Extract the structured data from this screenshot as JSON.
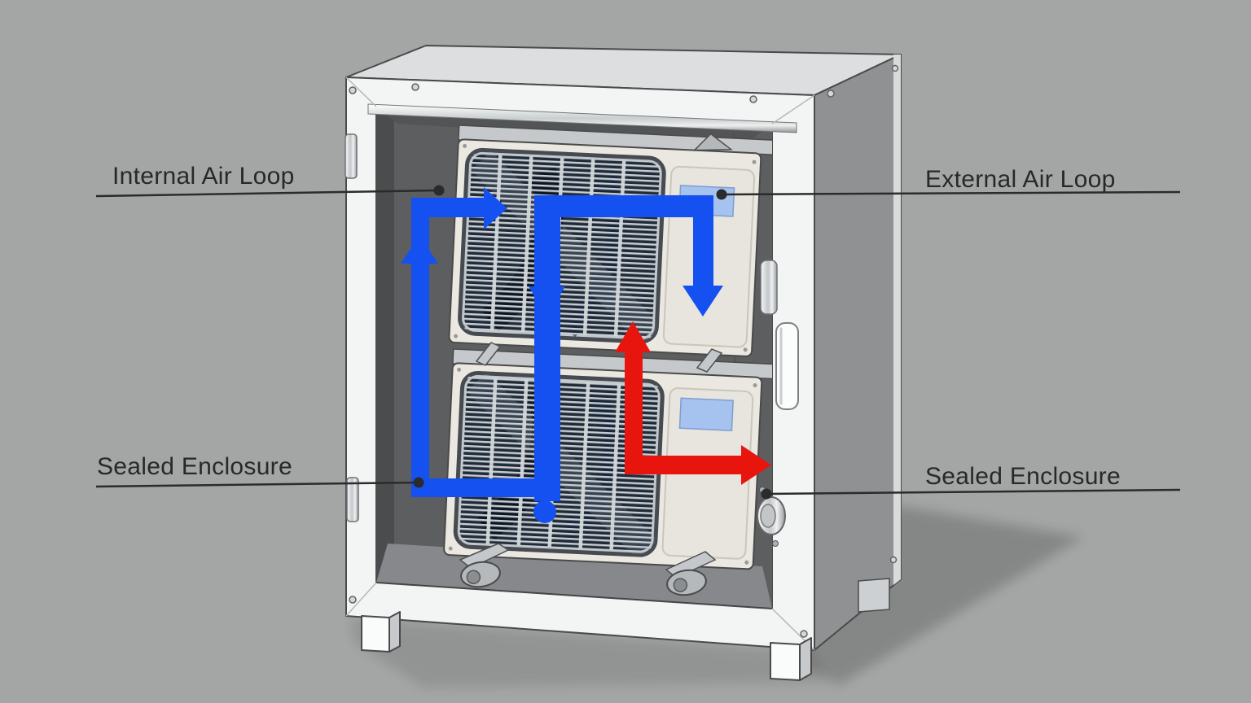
{
  "diagram": {
    "title_context": "Sealed enclosure air-loop diagram with stacked fan coil units",
    "labels": {
      "internal_air_loop": "Internal Air Loop",
      "external_air_loop": "External Air Loop",
      "sealed_enclosure_left": "Sealed Enclosure",
      "sealed_enclosure_right": "Sealed Enclosure"
    },
    "colors": {
      "background": "#a4a5a5",
      "internal_loop_blue": "#1551f0",
      "exhaust_red": "#e8150f",
      "sticker_blue": "#a6c2ee",
      "leader_line": "#2b2b2b",
      "label_text": "#282828"
    }
  }
}
